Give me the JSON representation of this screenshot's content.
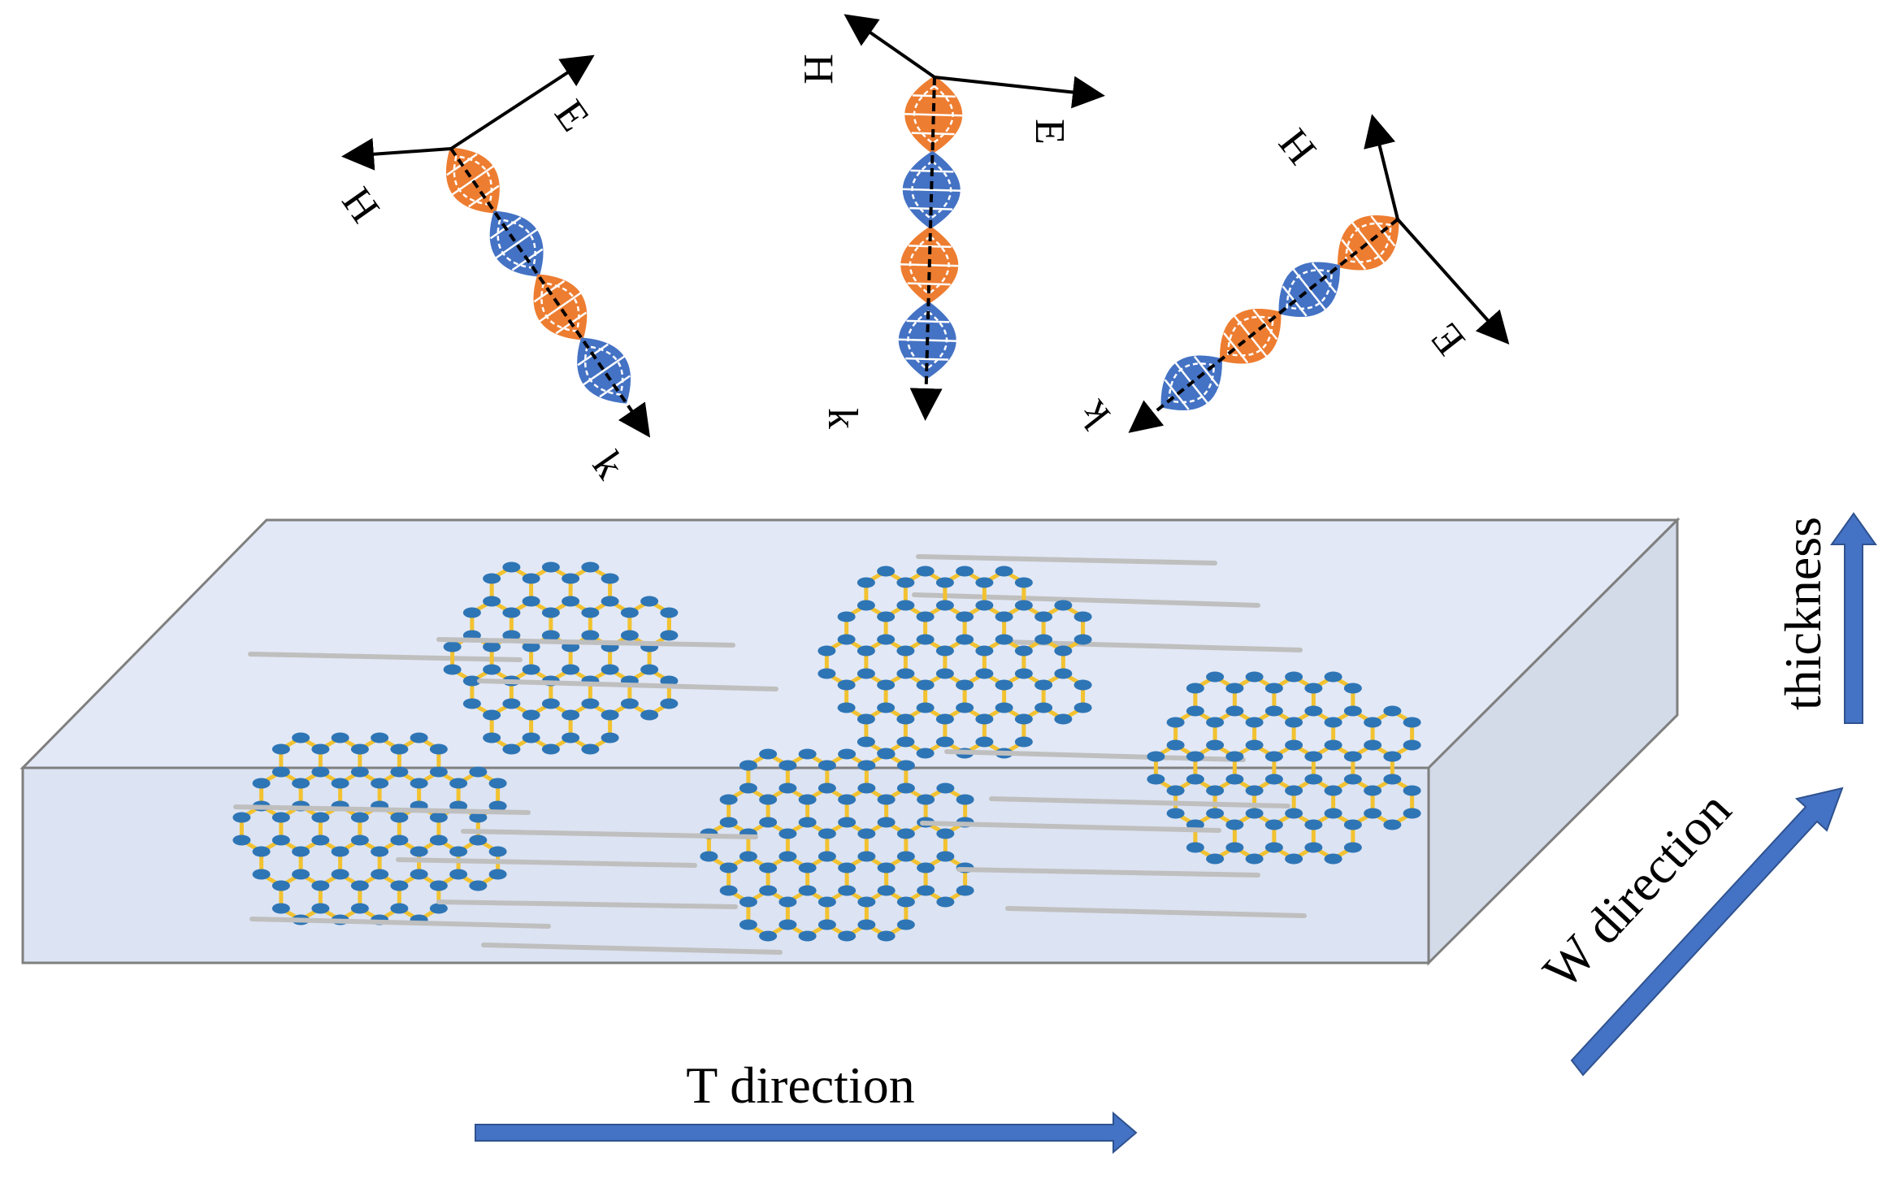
{
  "labels": {
    "t_direction": "T direction",
    "w_direction": "W direction",
    "thickness": "thickness"
  },
  "waves": [
    {
      "e": "E",
      "h": "H",
      "k": "k"
    },
    {
      "e": "E",
      "h": "H",
      "k": "k"
    },
    {
      "e": "E",
      "h": "H",
      "k": "k"
    }
  ],
  "colors": {
    "arrow_blue": "#4472C4",
    "lobe_blue": "#4472C4",
    "lobe_orange": "#ED7D31",
    "slab_face": "#DCE3F2",
    "graphene_bond": "#F2C230",
    "graphene_atom": "#2E75B6",
    "nanowire": "#BFBFBF"
  },
  "icons": [
    "em-wave-icon",
    "graphene-sheet-icon",
    "nanowire-icon",
    "direction-arrow-icon"
  ]
}
